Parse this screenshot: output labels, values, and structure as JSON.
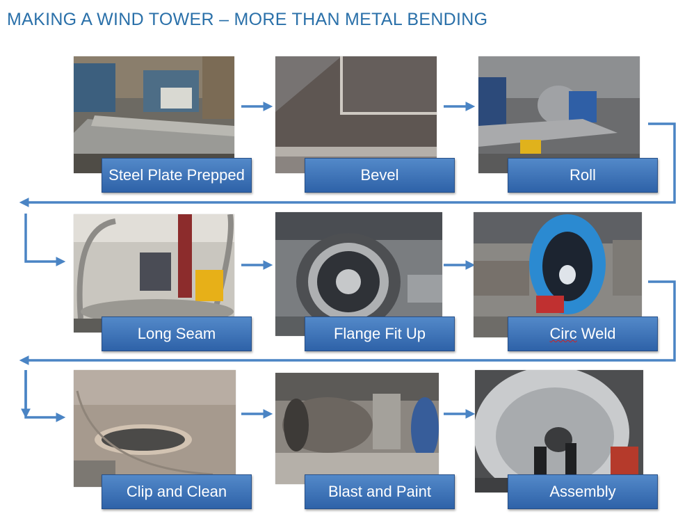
{
  "title": "MAKING A WIND TOWER – MORE THAN METAL BENDING",
  "colors": {
    "title": "#2a70a9",
    "label_bg": "#3a72b8",
    "arrow": "#4a84c4"
  },
  "steps": [
    {
      "label": "Steel Plate Prepped",
      "image": "steel-plate-photo"
    },
    {
      "label": "Bevel",
      "image": "bevel-photo"
    },
    {
      "label": "Roll",
      "image": "roll-photo"
    },
    {
      "label": "Long Seam",
      "image": "long-seam-photo"
    },
    {
      "label": "Flange Fit Up",
      "image": "flange-fit-up-photo"
    },
    {
      "label_prefix": "Circ",
      "label_suffix": " Weld",
      "image": "circ-weld-photo"
    },
    {
      "label": "Clip and Clean",
      "image": "clip-and-clean-photo"
    },
    {
      "label": "Blast and Paint",
      "image": "blast-and-paint-photo"
    },
    {
      "label": "Assembly",
      "image": "assembly-photo"
    }
  ]
}
